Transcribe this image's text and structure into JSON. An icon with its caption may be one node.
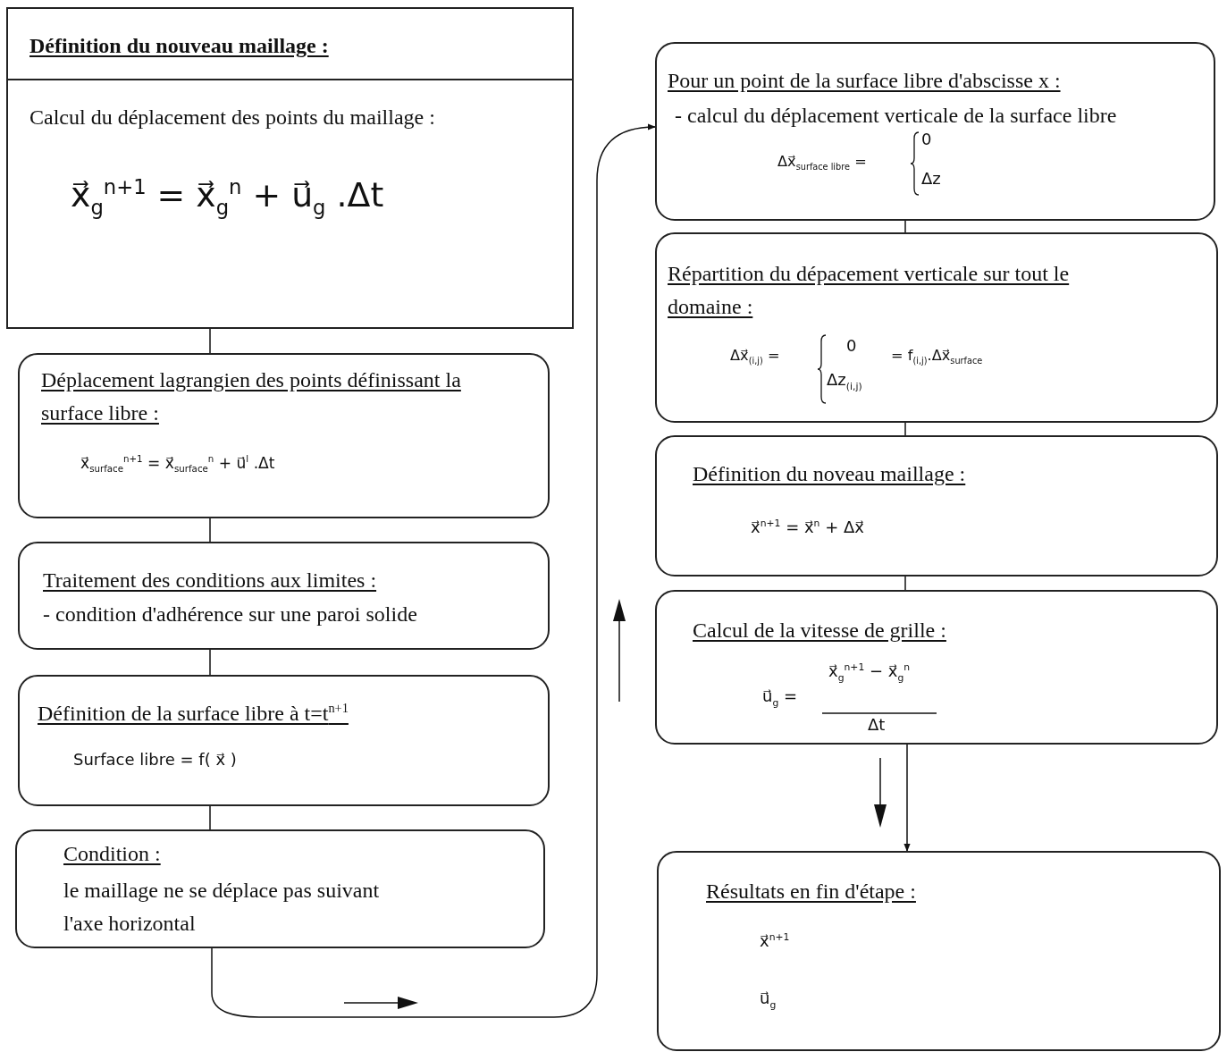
{
  "diagram": {
    "nodes": [
      {
        "text": [
          "Définition du nouveau maillage :",
          "Calcul du déplacement des points du maillage :",
          "x⃗$_{g}$$^{n+1}$ = x⃗$_{g}$$^{n}$ + u⃗$_{g}$ .Δt"
        ]
      },
      {
        "text": [
          "Déplacement lagrangien des points définissant la surface libre :",
          "x⃗$_{surface}$$^{n+1}$ = x⃗$_{surface}$$^{n}$ + u⃗$^{l}$ .Δt"
        ]
      },
      {
        "text": [
          "Traitement des conditions aux limites :",
          "- condition d'adhérence sur une paroi solide"
        ]
      },
      {
        "text": [
          "Définition de la surface libre à t=t$^{n+1}$",
          "Surface libre = f( x⃗ )"
        ]
      },
      {
        "text": [
          "Condition :",
          "le maillage ne se déplace pas suivant l'axe horizontal"
        ]
      },
      {
        "text": [
          "Pour un point de la surface libre d'abscisse x :",
          "- calcul du déplacement verticale de la surface libre",
          "Δx⃗$_{surface libre}$ =",
          "0",
          "Δz"
        ]
      },
      {
        "text": [
          "Répartition du dépacement verticale sur tout le domaine :",
          "Δx⃗$_{(i,j)}$ =",
          "0",
          "Δz$_{(i,j)}$",
          "= f$_{(i,j)}$.Δx⃗$_{surface}$"
        ]
      },
      {
        "text": [
          "Définition du noveau maillage :",
          "x⃗$^{n+1}$ = x⃗$^{n}$ + Δx⃗"
        ]
      },
      {
        "text": [
          "Calcul de la vitesse de grille :",
          "u⃗$_{g}$ =",
          "x⃗$_{g}$$^{n+1}$ − x⃗$_{g}$$^{n}$",
          "Δt"
        ]
      },
      {
        "text": [
          "Résultats en fin d'étape :",
          "x⃗$^{n+1}$",
          "u⃗$_{g}$"
        ]
      }
    ],
    "edges": [
      {
        "from": 0,
        "to": 1,
        "arrow": "none"
      },
      {
        "from": 1,
        "to": 2,
        "arrow": "none"
      },
      {
        "from": 2,
        "to": 3,
        "arrow": "none"
      },
      {
        "from": 3,
        "to": 4,
        "arrow": "none"
      },
      {
        "from": 4,
        "to": 5,
        "arrow": "to"
      },
      {
        "from": 5,
        "to": 6,
        "arrow": "none"
      },
      {
        "from": 6,
        "to": 7,
        "arrow": "none"
      },
      {
        "from": 7,
        "to": 8,
        "arrow": "none"
      },
      {
        "from": 8,
        "to": 9,
        "arrow": "to"
      }
    ]
  }
}
